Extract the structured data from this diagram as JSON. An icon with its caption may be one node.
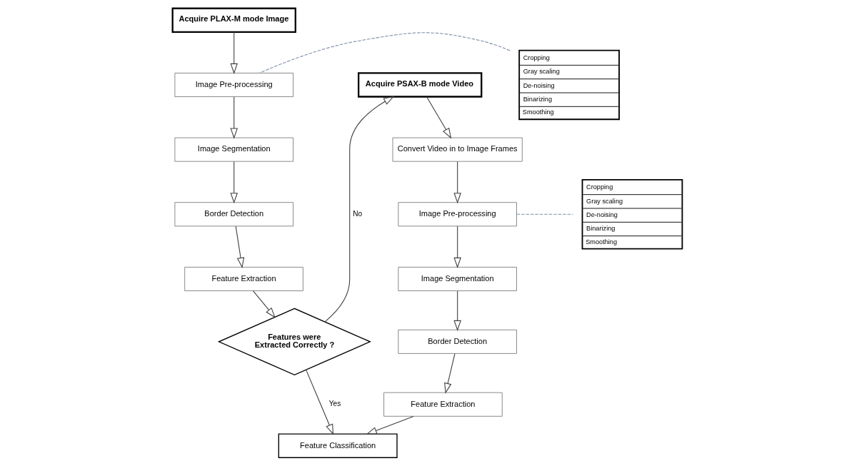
{
  "diagram": {
    "nodes": [
      {
        "text": [
          "Acquire PLAX-M mode Image"
        ]
      },
      {
        "text": [
          "Cropping",
          "Gray scaling",
          "De-noising",
          "Binarizing",
          "Smoothing"
        ]
      },
      {
        "text": [
          "Image Pre-processing"
        ]
      },
      {
        "text": [
          "Image Segmentation"
        ]
      },
      {
        "text": [
          "Border Detection"
        ]
      },
      {
        "text": [
          "Feature Extraction"
        ]
      },
      {
        "text": [
          "Features were Extracted Correctly ?"
        ]
      },
      {
        "text": [
          "Feature Classification"
        ]
      },
      {
        "text": [
          "Acquire PSAX-B mode Video"
        ]
      },
      {
        "text": [
          "Convert Video in to Image Frames"
        ]
      },
      {
        "text": [
          "Image Pre-processing"
        ]
      },
      {
        "text": [
          "Cropping",
          "Gray scaling",
          "De-noising",
          "Binarizing",
          "Smoothing"
        ]
      },
      {
        "text": [
          "Image Segmentation"
        ]
      },
      {
        "text": [
          "Border Detection"
        ]
      },
      {
        "text": [
          "Feature Extraction"
        ]
      }
    ],
    "edges": [
      {
        "from": 0,
        "to": 2,
        "arrow": "to"
      },
      {
        "from": 1,
        "to": 2,
        "arrow": "none",
        "style": "dashed",
        "color": "#7f8fa9"
      },
      {
        "from": 2,
        "to": 3,
        "arrow": "to"
      },
      {
        "from": 3,
        "to": 4,
        "arrow": "to"
      },
      {
        "from": 4,
        "to": 5,
        "arrow": "to"
      },
      {
        "from": 5,
        "to": 6,
        "arrow": "to"
      },
      {
        "from": 6,
        "to": 8,
        "arrow": "to",
        "label": "No"
      },
      {
        "from": 6,
        "to": 7,
        "arrow": "to",
        "label": "Yes"
      },
      {
        "from": 8,
        "to": 9,
        "arrow": "to"
      },
      {
        "from": 9,
        "to": 10,
        "arrow": "to"
      },
      {
        "from": 10,
        "to": 11,
        "arrow": "none",
        "style": "dashed",
        "color": "#7f8fa9"
      },
      {
        "from": 10,
        "to": 12,
        "arrow": "to"
      },
      {
        "from": 12,
        "to": 13,
        "arrow": "to"
      },
      {
        "from": 13,
        "to": 14,
        "arrow": "to"
      },
      {
        "from": 14,
        "to": 7,
        "arrow": "to"
      }
    ]
  }
}
